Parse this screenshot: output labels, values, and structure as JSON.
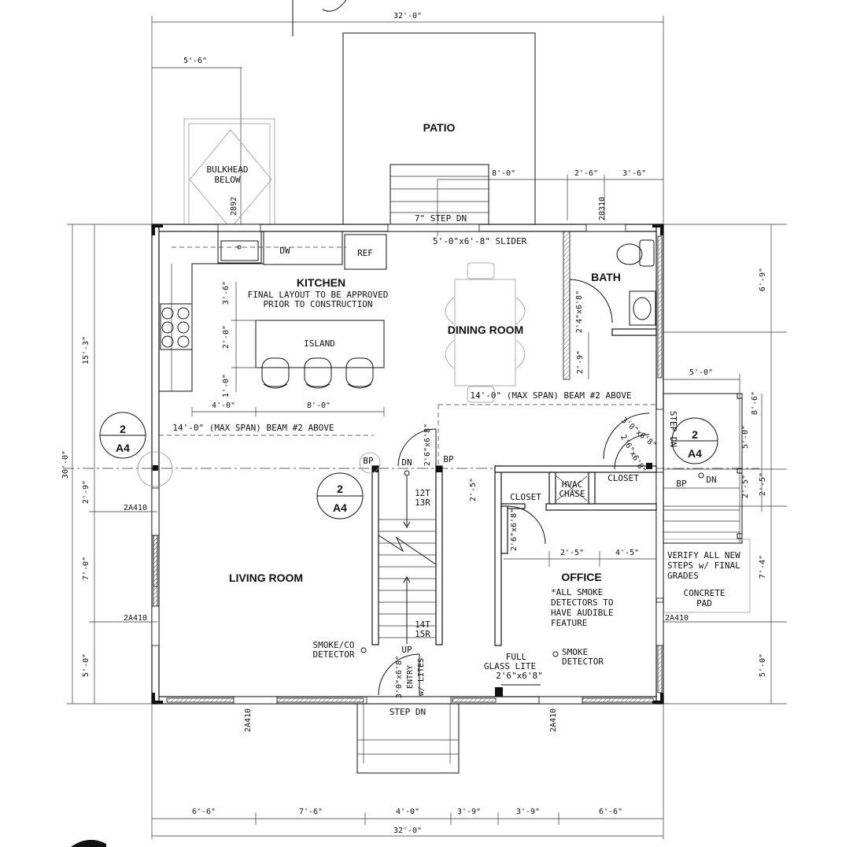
{
  "rooms": {
    "patio": "PATIO",
    "kitchen": "KITCHEN",
    "dining": "DINING ROOM",
    "bath": "BATH",
    "living": "LIVING ROOM",
    "office": "OFFICE",
    "island": "ISLAND"
  },
  "notes": {
    "kitchen_note_1": "FINAL LAYOUT TO BE APPROVED",
    "kitchen_note_2": "PRIOR TO CONSTRUCTION",
    "bulkhead_1": "BULKHEAD",
    "bulkhead_2": "BELOW",
    "step_dn_patio": "7\" STEP DN",
    "slider": "5'-0\"x6'-8\" SLIDER",
    "beam_kitchen": "14'-0\" (MAX SPAN) BEAM #2 ABOVE",
    "beam_dining": "14'-0\" (MAX SPAN) BEAM #2 ABOVE",
    "dw": "DW",
    "ref": "REF",
    "closet_left": "CLOSET",
    "closet_right": "CLOSET",
    "hvac_1": "HVAC",
    "hvac_2": "CHASE",
    "smoke_co_1": "SMOKE/CO",
    "smoke_co_2": "DETECTOR",
    "smoke_1": "SMOKE",
    "smoke_2": "DETECTOR",
    "office_note_1": "*ALL SMOKE",
    "office_note_2": "DETECTORS TO",
    "office_note_3": "HAVE AUDIBLE",
    "office_note_4": "FEATURE",
    "glass_1": "FULL",
    "glass_2": "GLASS LITE",
    "glass_3": "2'6\"x6'8\"",
    "verify_1": "VERIFY ALL NEW",
    "verify_2": "STEPS w/ FINAL",
    "verify_3": "GRADES",
    "concrete_1": "CONCRETE",
    "concrete_2": "PAD",
    "step_dn_front": "STEP DN",
    "step_dn_side": "STEP DN",
    "dn_stair": "DN",
    "dn_side": "DN",
    "up_stair": "UP",
    "stair_top_1": "12T",
    "stair_top_2": "13R",
    "stair_bot_1": "14T",
    "stair_bot_2": "15R",
    "bp_1": "BP",
    "bp_2": "BP",
    "bp_3": "BP",
    "entry_1": "3'0\"x6'8\"",
    "entry_2": "ENTRY",
    "entry_3": "w/ LITES",
    "door_stair": "2'6\"x6'8\"",
    "door_bath": "2'4\"x6'8\"",
    "door_closet_1": "3'0\"x6'8\"",
    "door_closet_2": "2'6\"x6'8\"",
    "door_office": "2'6\"x6'8\"",
    "win_2892": "2892",
    "win_20310": "20310",
    "win_2a410_1": "2A410",
    "win_2a410_2": "2A410",
    "win_2a410_3": "2A410",
    "win_2a410_4": "2A410",
    "win_2a410_5": "2A410",
    "section_left_num": "2",
    "section_left_sheet": "A4",
    "section_mid_num": "2",
    "section_mid_sheet": "A4",
    "section_right_num": "2",
    "section_right_sheet": "A4"
  },
  "dimensions": {
    "top_overall": "32'-0\"",
    "bottom_overall": "32'-0\"",
    "bulkhead": "5'-6\"",
    "patio_8": "8'-0\"",
    "patio_2_6": "2'-6\"",
    "patio_3_6": "3'-6\"",
    "left_overall": "30'-0\"",
    "left_15_3": "15'-3\"",
    "left_2_9": "2'-9\"",
    "left_7_0": "7'-0\"",
    "left_5_0": "5'-0\"",
    "kit_3_6": "3'-6\"",
    "kit_2_0": "2'-0\"",
    "kit_1_0": "1'-0\"",
    "kit_4_0": "4'-0\"",
    "kit_8_0": "8'-0\"",
    "bath_2_9": "2'-9\"",
    "right_6_9": "6'-9\"",
    "right_2_5": "2'-5\"",
    "right_7_4": "7'-4\"",
    "right_5_0": "5'-0\"",
    "closet_2_5": "2'-5\"",
    "office_2_5": "2'-5\"",
    "office_4_5": "4'-5\"",
    "pad_5_0": "5'-0\"",
    "pad_8_6": "8'-6\"",
    "pad_5_0_v": "5'-0\"",
    "pad_2_5": "2'-5\"",
    "bot_6_6": "6'-6\"",
    "bot_7_6": "7'-6\"",
    "bot_4_0": "4'-0\"",
    "bot_3_9_a": "3'-9\"",
    "bot_3_9_b": "3'-9\"",
    "bot_6_6_b": "6'-6\""
  }
}
